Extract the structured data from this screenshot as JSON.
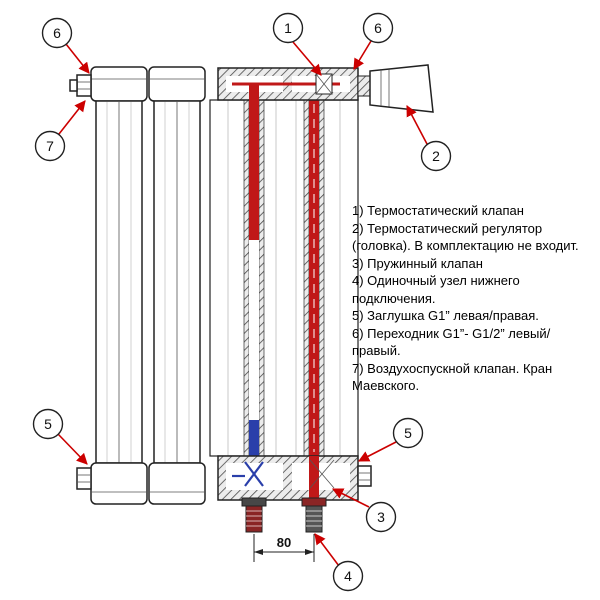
{
  "figure": {
    "dimension_label": "80"
  },
  "callouts": [
    {
      "id": "adapter-top-left",
      "label": "6"
    },
    {
      "id": "air-vent",
      "label": "7"
    },
    {
      "id": "thermo-valve",
      "label": "1"
    },
    {
      "id": "adapter-top-right",
      "label": "6"
    },
    {
      "id": "thermo-head",
      "label": "2"
    },
    {
      "id": "plug-left",
      "label": "5"
    },
    {
      "id": "plug-right",
      "label": "5"
    },
    {
      "id": "spring-valve",
      "label": "3"
    },
    {
      "id": "bottom-unit",
      "label": "4"
    }
  ],
  "legend": {
    "lines": [
      "1) Термостатический клапан",
      "2) Термостатический регулятор",
      "(головка). В комплектацию не входит.",
      "3) Пружинный клапан",
      "4) Одиночный узел нижнего",
      "подключения.",
      "5) Заглушка G1” левая/правая.",
      "6) Переходник G1”- G1/2” левый/",
      "правый.",
      "7) Воздухоспускной клапан. Кран",
      "Маевского."
    ]
  },
  "colors": {
    "arrow": "#cc0000",
    "hot": "#c01818",
    "cold": "#2a3faa"
  }
}
